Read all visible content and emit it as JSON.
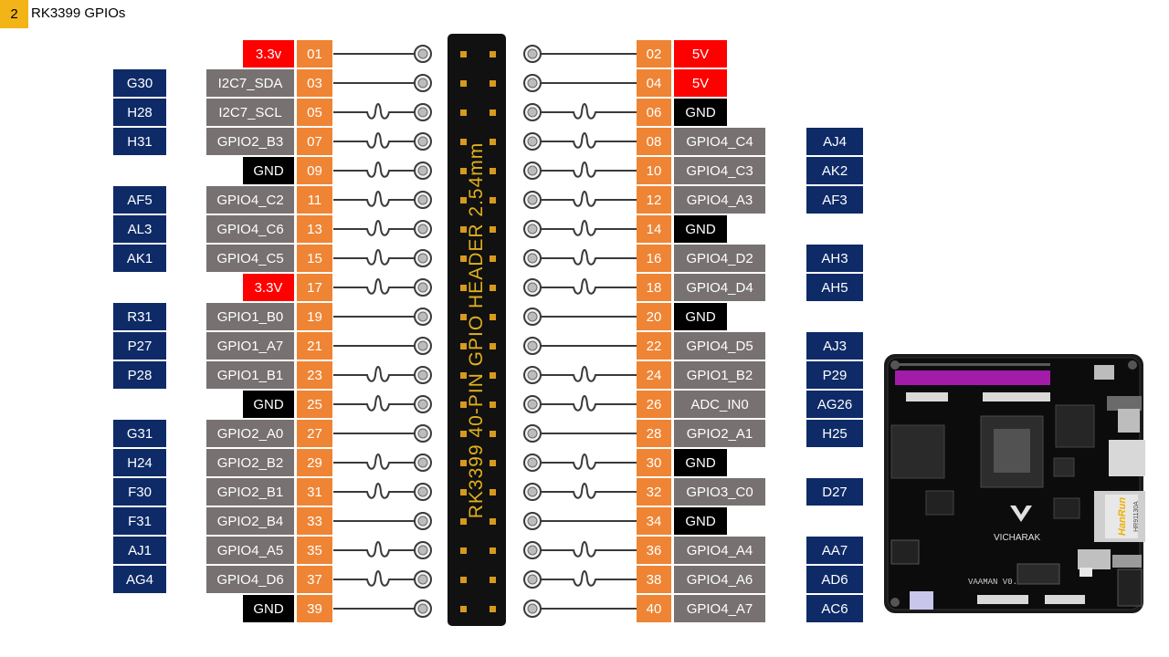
{
  "page": {
    "badge": "2",
    "title": "RK3399 GPIOs"
  },
  "header": {
    "label": "RK3399 40-PIN GPIO HEADER 2.54mm"
  },
  "board": {
    "brand": "VICHARAK",
    "model": "VAAMAN V0.3",
    "jack_text": "HanRun",
    "jack_part": "HR91130A"
  },
  "colors": {
    "pin": "#ee8434",
    "gpio": "#777171",
    "ground": "#000000",
    "power": "#fe0000",
    "ball": "#0e2a67",
    "header_text": "#e0b01d"
  },
  "rows": [
    {
      "odd": {
        "pin": "01",
        "func": "3.3v",
        "kind": "power",
        "ball": "",
        "resistor": false
      },
      "even": {
        "pin": "02",
        "func": "5V",
        "kind": "power",
        "ball": "",
        "resistor": false
      }
    },
    {
      "odd": {
        "pin": "03",
        "func": "I2C7_SDA",
        "kind": "gpio",
        "ball": "G30",
        "resistor": false
      },
      "even": {
        "pin": "04",
        "func": "5V",
        "kind": "power",
        "ball": "",
        "resistor": false
      }
    },
    {
      "odd": {
        "pin": "05",
        "func": "I2C7_SCL",
        "kind": "gpio",
        "ball": "H28",
        "resistor": true
      },
      "even": {
        "pin": "06",
        "func": "GND",
        "kind": "ground",
        "ball": "",
        "resistor": true
      }
    },
    {
      "odd": {
        "pin": "07",
        "func": "GPIO2_B3",
        "kind": "gpio",
        "ball": "H31",
        "resistor": true
      },
      "even": {
        "pin": "08",
        "func": "GPIO4_C4",
        "kind": "gpio",
        "ball": "AJ4",
        "resistor": true
      }
    },
    {
      "odd": {
        "pin": "09",
        "func": "GND",
        "kind": "ground",
        "ball": "",
        "resistor": true
      },
      "even": {
        "pin": "10",
        "func": "GPIO4_C3",
        "kind": "gpio",
        "ball": "AK2",
        "resistor": true
      }
    },
    {
      "odd": {
        "pin": "11",
        "func": "GPIO4_C2",
        "kind": "gpio",
        "ball": "AF5",
        "resistor": true
      },
      "even": {
        "pin": "12",
        "func": "GPIO4_A3",
        "kind": "gpio",
        "ball": "AF3",
        "resistor": true
      }
    },
    {
      "odd": {
        "pin": "13",
        "func": "GPIO4_C6",
        "kind": "gpio",
        "ball": "AL3",
        "resistor": true
      },
      "even": {
        "pin": "14",
        "func": "GND",
        "kind": "ground",
        "ball": "",
        "resistor": true
      }
    },
    {
      "odd": {
        "pin": "15",
        "func": "GPIO4_C5",
        "kind": "gpio",
        "ball": "AK1",
        "resistor": true
      },
      "even": {
        "pin": "16",
        "func": "GPIO4_D2",
        "kind": "gpio",
        "ball": "AH3",
        "resistor": true
      }
    },
    {
      "odd": {
        "pin": "17",
        "func": "3.3V",
        "kind": "power",
        "ball": "",
        "resistor": true
      },
      "even": {
        "pin": "18",
        "func": "GPIO4_D4",
        "kind": "gpio",
        "ball": "AH5",
        "resistor": true
      }
    },
    {
      "odd": {
        "pin": "19",
        "func": "GPIO1_B0",
        "kind": "gpio",
        "ball": "R31",
        "resistor": false
      },
      "even": {
        "pin": "20",
        "func": "GND",
        "kind": "ground",
        "ball": "",
        "resistor": false
      }
    },
    {
      "odd": {
        "pin": "21",
        "func": "GPIO1_A7",
        "kind": "gpio",
        "ball": "P27",
        "resistor": false
      },
      "even": {
        "pin": "22",
        "func": "GPIO4_D5",
        "kind": "gpio",
        "ball": "AJ3",
        "resistor": false
      }
    },
    {
      "odd": {
        "pin": "23",
        "func": "GPIO1_B1",
        "kind": "gpio",
        "ball": "P28",
        "resistor": true
      },
      "even": {
        "pin": "24",
        "func": "GPIO1_B2",
        "kind": "gpio",
        "ball": "P29",
        "resistor": true
      }
    },
    {
      "odd": {
        "pin": "25",
        "func": "GND",
        "kind": "ground",
        "ball": "",
        "resistor": true
      },
      "even": {
        "pin": "26",
        "func": "ADC_IN0",
        "kind": "gpio",
        "ball": "AG26",
        "resistor": true
      }
    },
    {
      "odd": {
        "pin": "27",
        "func": "GPIO2_A0",
        "kind": "gpio",
        "ball": "G31",
        "resistor": false
      },
      "even": {
        "pin": "28",
        "func": "GPIO2_A1",
        "kind": "gpio",
        "ball": "H25",
        "resistor": false
      }
    },
    {
      "odd": {
        "pin": "29",
        "func": "GPIO2_B2",
        "kind": "gpio",
        "ball": "H24",
        "resistor": true
      },
      "even": {
        "pin": "30",
        "func": "GND",
        "kind": "ground",
        "ball": "",
        "resistor": true
      }
    },
    {
      "odd": {
        "pin": "31",
        "func": "GPIO2_B1",
        "kind": "gpio",
        "ball": "F30",
        "resistor": true
      },
      "even": {
        "pin": "32",
        "func": "GPIO3_C0",
        "kind": "gpio",
        "ball": "D27",
        "resistor": true
      }
    },
    {
      "odd": {
        "pin": "33",
        "func": "GPIO2_B4",
        "kind": "gpio",
        "ball": "F31",
        "resistor": false
      },
      "even": {
        "pin": "34",
        "func": "GND",
        "kind": "ground",
        "ball": "",
        "resistor": false
      }
    },
    {
      "odd": {
        "pin": "35",
        "func": "GPIO4_A5",
        "kind": "gpio",
        "ball": "AJ1",
        "resistor": true
      },
      "even": {
        "pin": "36",
        "func": "GPIO4_A4",
        "kind": "gpio",
        "ball": "AA7",
        "resistor": true
      }
    },
    {
      "odd": {
        "pin": "37",
        "func": "GPIO4_D6",
        "kind": "gpio",
        "ball": "AG4",
        "resistor": true
      },
      "even": {
        "pin": "38",
        "func": "GPIO4_A6",
        "kind": "gpio",
        "ball": "AD6",
        "resistor": true
      }
    },
    {
      "odd": {
        "pin": "39",
        "func": "GND",
        "kind": "ground",
        "ball": "",
        "resistor": false
      },
      "even": {
        "pin": "40",
        "func": "GPIO4_A7",
        "kind": "gpio",
        "ball": "AC6",
        "resistor": false
      }
    }
  ]
}
